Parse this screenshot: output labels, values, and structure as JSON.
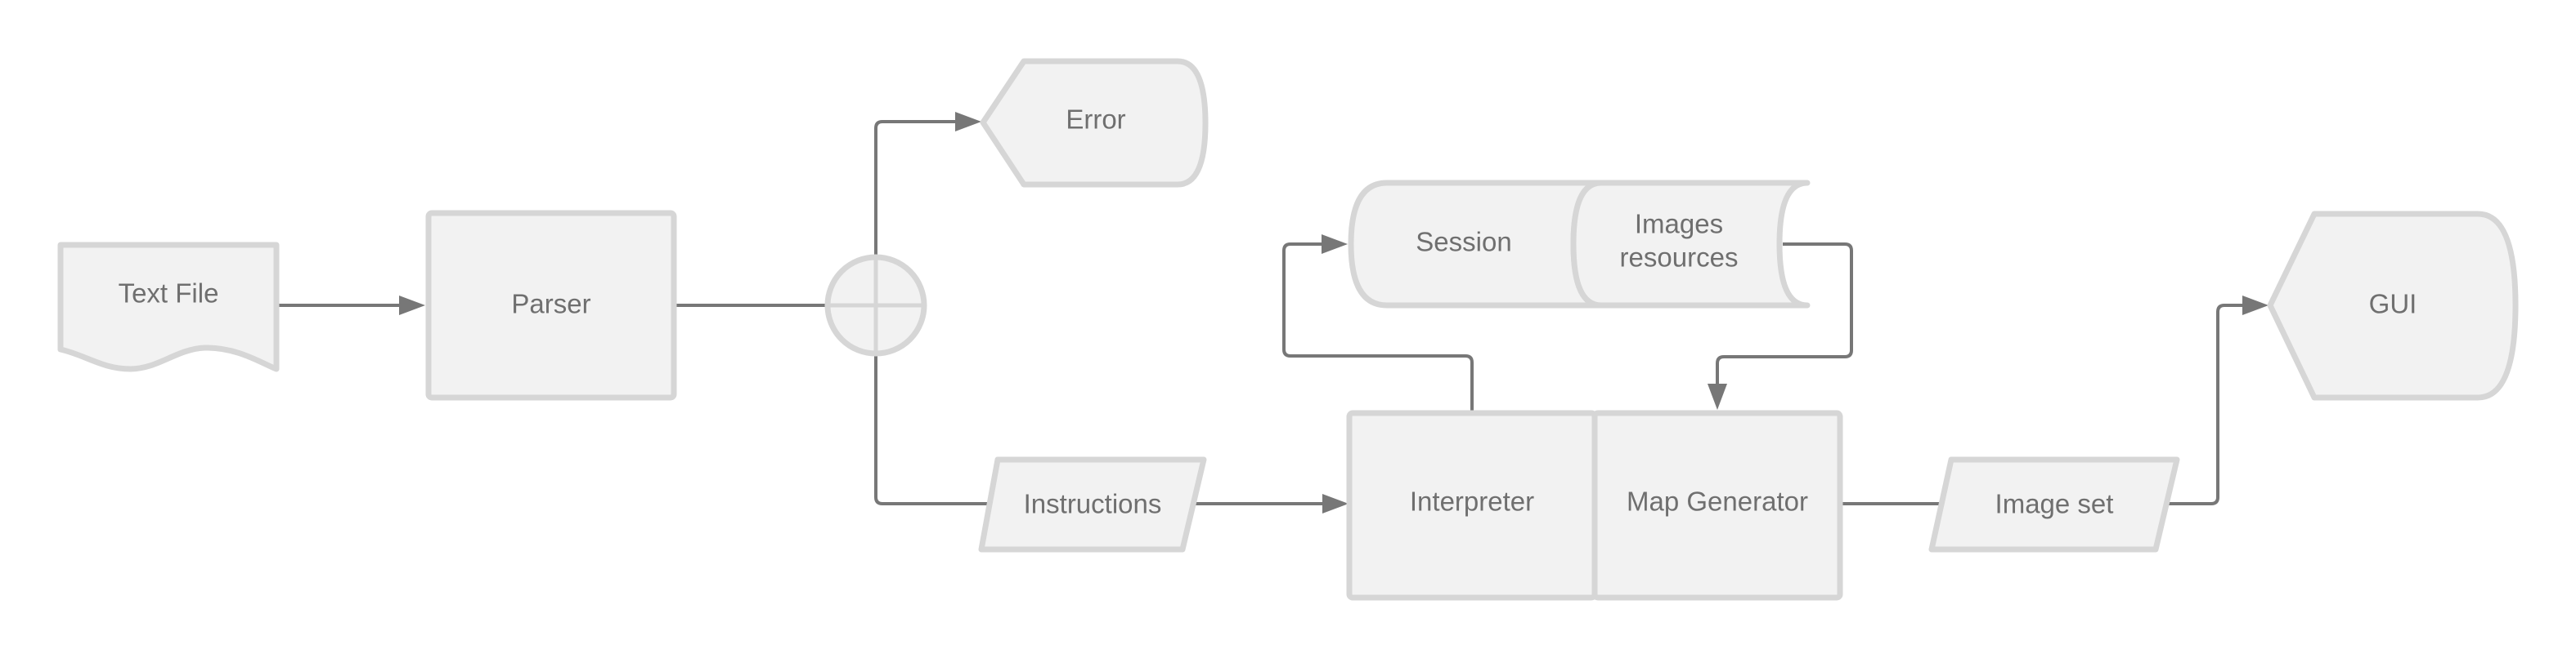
{
  "nodes": {
    "text_file": "Text File",
    "parser": "Parser",
    "error": "Error",
    "session": "Session",
    "images_resources_line1": "Images",
    "images_resources_line2": "resources",
    "gui": "GUI",
    "instructions": "Instructions",
    "interpreter": "Interpreter",
    "map_generator": "Map Generator",
    "image_set": "Image set"
  },
  "colors": {
    "shape_fill": "#f2f2f2",
    "shape_stroke": "#d6d6d6",
    "connector": "#777777",
    "text": "#6f6f6f"
  }
}
